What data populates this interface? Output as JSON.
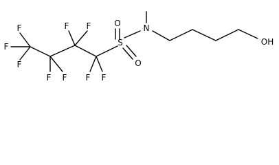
{
  "molecule": {
    "atoms": {
      "f_top_left": "F",
      "f_top_mid": "F",
      "f_top_right": "F",
      "f_left": "F",
      "f_left_lower": "F",
      "f_bottom_1": "F",
      "f_bottom_2": "F",
      "f_bottom_3": "F",
      "f_bottom_4": "F",
      "sulfur": "S",
      "oxygen_upper": "O",
      "oxygen_lower": "O",
      "nitrogen": "N",
      "hydroxyl": "OH"
    }
  }
}
